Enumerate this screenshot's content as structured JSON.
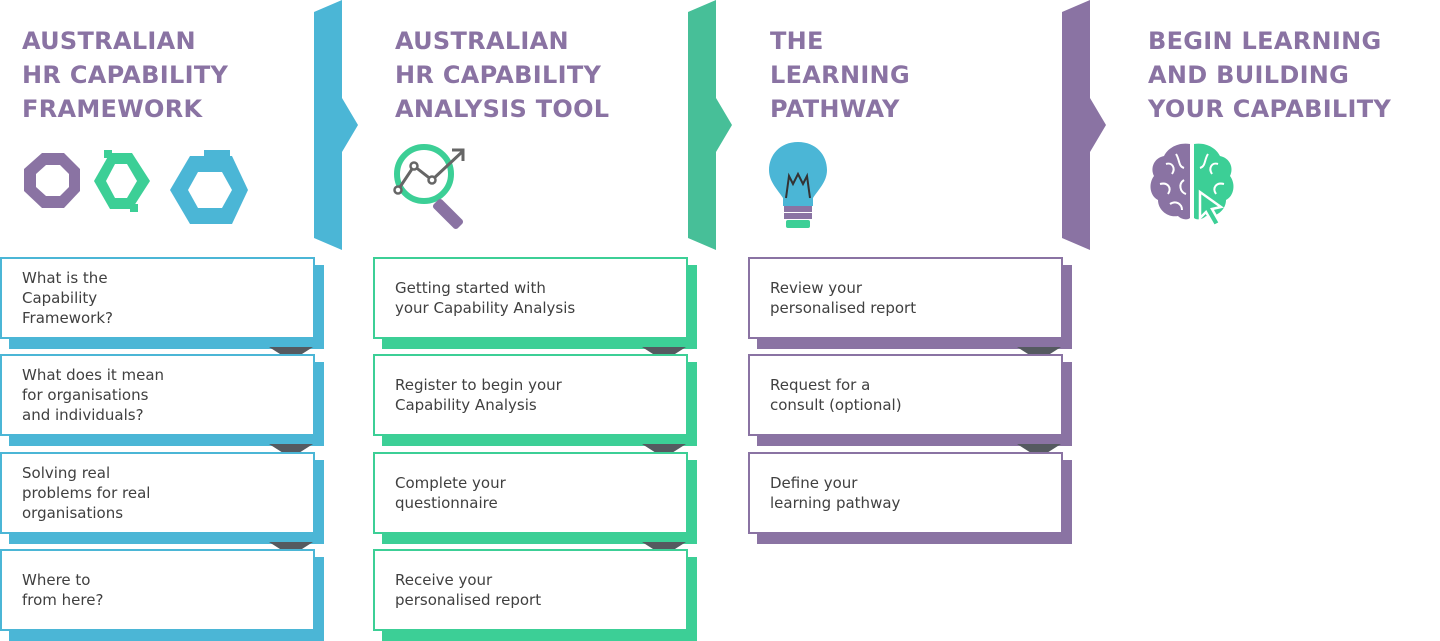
{
  "colors": {
    "blue": "#4bb6d6",
    "green": "#3ccf96",
    "teal": "#47bf98",
    "purple": "#8a73a3",
    "text": "#404040",
    "connector": "#555a60"
  },
  "columns": [
    {
      "title_lines": [
        "AUSTRALIAN",
        "HR CAPABILITY",
        "FRAMEWORK"
      ],
      "icon": "hexagon-rings-icon",
      "steps": [
        "What is the\nCapability\nFramework?",
        "What does it mean\nfor organisations\nand individuals?",
        "Solving real\nproblems for real\norganisations",
        "Where to\nfrom here?"
      ]
    },
    {
      "title_lines": [
        "AUSTRALIAN",
        "HR CAPABILITY",
        "ANALYSIS TOOL"
      ],
      "icon": "magnifier-analytics-icon",
      "steps": [
        "Getting started with\nyour Capability Analysis",
        "Register to begin your\nCapability Analysis",
        "Complete your\nquestionnaire",
        "Receive your\npersonalised report"
      ]
    },
    {
      "title_lines": [
        "THE",
        "LEARNING",
        "PATHWAY"
      ],
      "icon": "lightbulb-icon",
      "steps": [
        "Review your\npersonalised report",
        "Request for a\nconsult (optional)",
        "Define your\nlearning pathway"
      ]
    },
    {
      "title_lines": [
        "BEGIN LEARNING",
        "AND BUILDING",
        "YOUR CAPABILITY"
      ],
      "icon": "brain-cursor-icon",
      "steps": []
    }
  ]
}
